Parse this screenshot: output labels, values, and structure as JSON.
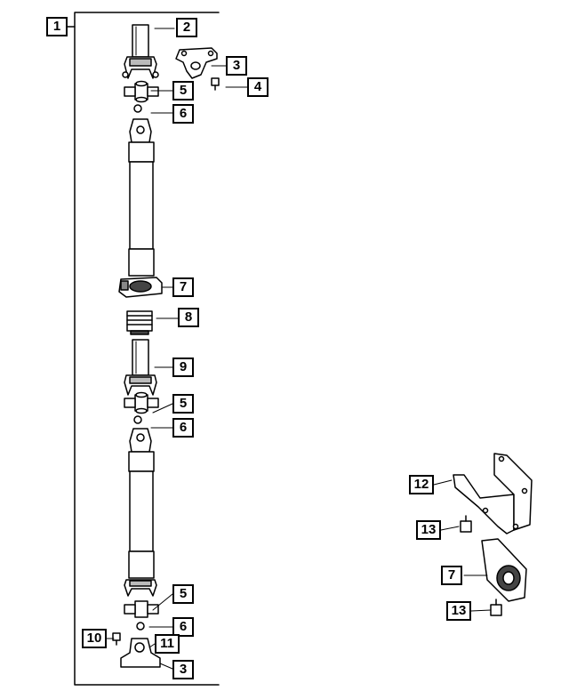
{
  "callouts": {
    "c1": "1",
    "c2": "2",
    "c3a": "3",
    "c4": "4",
    "c5a": "5",
    "c6a": "6",
    "c7a": "7",
    "c8": "8",
    "c9": "9",
    "c5b": "5",
    "c6b": "6",
    "c5c": "5",
    "c6c": "6",
    "c10": "10",
    "c11": "11",
    "c3b": "3",
    "c12": "12",
    "c13a": "13",
    "c7b": "7",
    "c13b": "13"
  }
}
